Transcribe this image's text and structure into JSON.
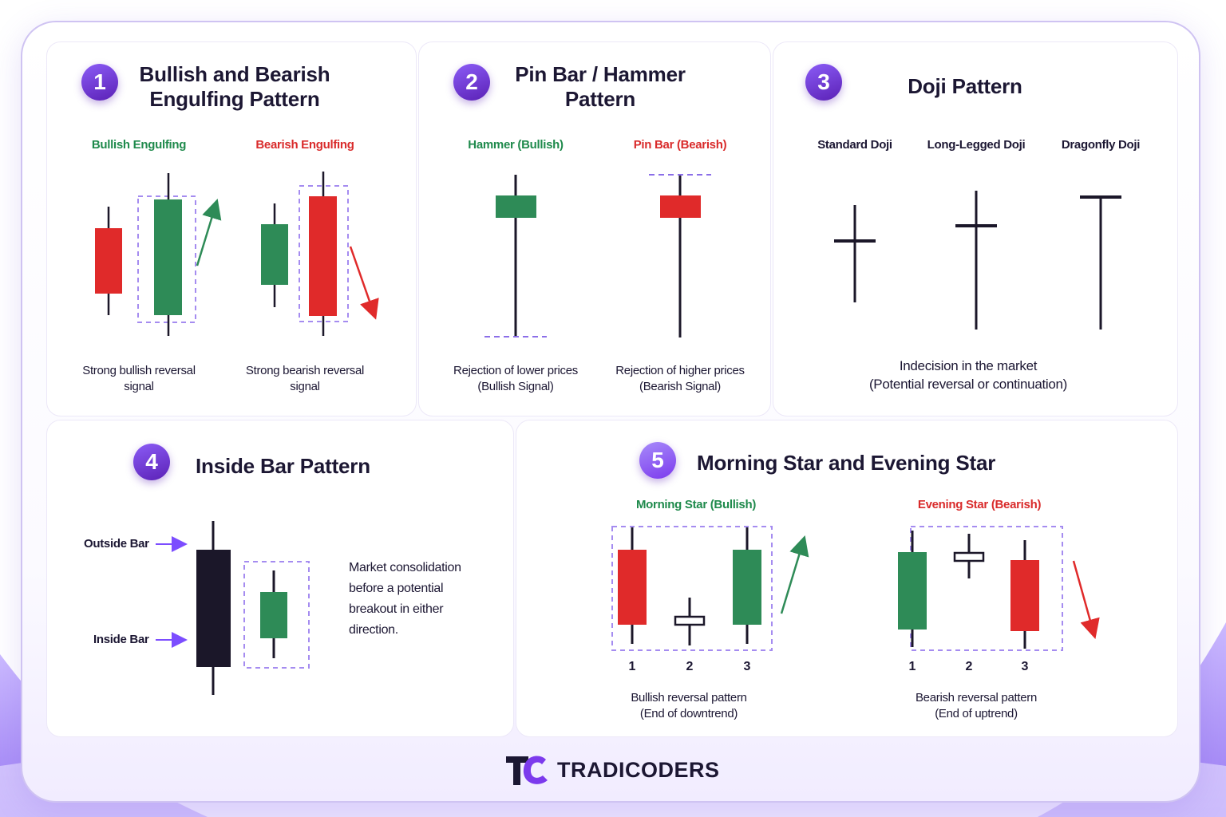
{
  "panels": [
    {
      "number": "1",
      "title_line1": "Bullish and Bearish",
      "title_line2": "Engulfing Pattern",
      "left_label": "Bullish Engulfing",
      "right_label": "Bearish Engulfing",
      "left_caption_1": "Strong bullish reversal",
      "left_caption_2": "signal",
      "right_caption_1": "Strong bearish reversal",
      "right_caption_2": "signal"
    },
    {
      "number": "2",
      "title_line1": "Pin Bar / Hammer",
      "title_line2": "Pattern",
      "left_label": "Hammer (Bullish)",
      "right_label": "Pin Bar (Bearish)",
      "left_caption_1": "Rejection of lower prices",
      "left_caption_2": "(Bullish Signal)",
      "right_caption_1": "Rejection of higher prices",
      "right_caption_2": "(Bearish Signal)"
    },
    {
      "number": "3",
      "title_line1": "Doji Pattern",
      "labels": [
        "Standard Doji",
        "Long-Legged Doji",
        "Dragonfly Doji"
      ],
      "caption_1": "Indecision in the market",
      "caption_2": "(Potential reversal or continuation)"
    },
    {
      "number": "4",
      "title_line1": "Inside Bar Pattern",
      "outside_label": "Outside Bar",
      "inside_label": "Inside Bar",
      "desc": [
        "Market consolidation",
        "before a potential",
        "breakout in either",
        "direction."
      ]
    },
    {
      "number": "5",
      "title_line1": "Morning Star and Evening Star",
      "left_label": "Morning Star (Bullish)",
      "right_label": "Evening Star (Bearish)",
      "numbers": [
        "1",
        "2",
        "3"
      ],
      "left_caption_1": "Bullish reversal pattern",
      "left_caption_2": "(End of downtrend)",
      "right_caption_1": "Bearish reversal pattern",
      "right_caption_2": "(End of uptrend)"
    }
  ],
  "brand": {
    "name": "TRADICODERS"
  },
  "colors": {
    "bullish": "#2e8b57",
    "bearish": "#e02a2a",
    "dark_candle": "#1b1729",
    "accent": "#7c4dff"
  }
}
